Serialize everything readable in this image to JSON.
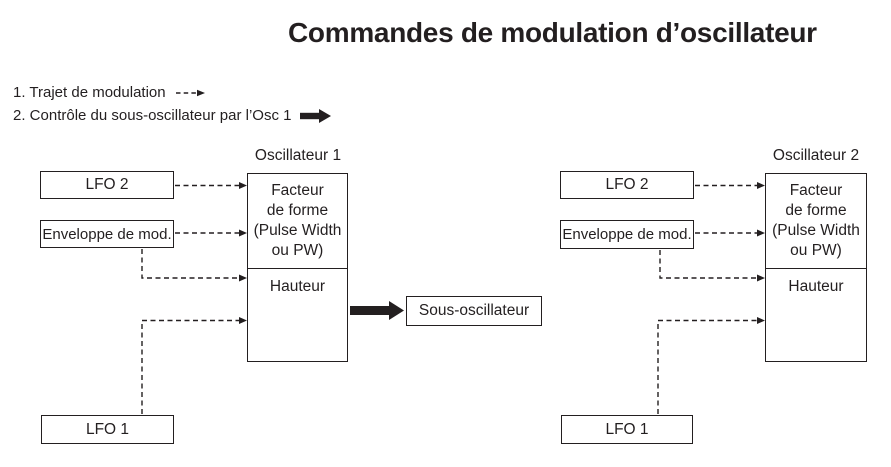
{
  "title": "Commandes de modulation d’oscillateur",
  "legend": {
    "items": [
      {
        "label": "1. Trajet de modulation",
        "arrow": "dashed"
      },
      {
        "label": "2. Contrôle du sous-oscillateur par l’Osc 1",
        "arrow": "solid-thick"
      }
    ]
  },
  "diagram": {
    "colors": {
      "ink": "#231f20",
      "background": "#ffffff"
    },
    "osc1": {
      "title": "Oscillateur 1",
      "pulse_lines": [
        "Facteur",
        "de forme",
        "(Pulse Width",
        "ou PW)"
      ],
      "pitch": "Hauteur"
    },
    "osc2": {
      "title": "Oscillateur 2",
      "pulse_lines": [
        "Facteur",
        "de forme",
        "(Pulse Width",
        "ou PW)"
      ],
      "pitch": "Hauteur"
    },
    "inputs_left": {
      "lfo2": "LFO 2",
      "env": "Enveloppe de mod.",
      "lfo1": "LFO 1"
    },
    "inputs_right": {
      "lfo2": "LFO 2",
      "env": "Enveloppe de mod.",
      "lfo1": "LFO 1"
    },
    "sub_osc": "Sous-oscillateur",
    "connections": [
      {
        "from": "LFO 2",
        "to": "Oscillateur 1 / Facteur de forme",
        "style": "dashed"
      },
      {
        "from": "Enveloppe de mod.",
        "to": "Oscillateur 1 / Facteur de forme",
        "style": "dashed"
      },
      {
        "from": "Enveloppe de mod.",
        "to": "Oscillateur 1 / Hauteur",
        "style": "dashed"
      },
      {
        "from": "LFO 1",
        "to": "Oscillateur 1 / Hauteur",
        "style": "dashed"
      },
      {
        "from": "Oscillateur 1",
        "to": "Sous-oscillateur",
        "style": "solid-thick"
      },
      {
        "from": "LFO 2",
        "to": "Oscillateur 2 / Facteur de forme",
        "style": "dashed"
      },
      {
        "from": "Enveloppe de mod.",
        "to": "Oscillateur 2 / Facteur de forme",
        "style": "dashed"
      },
      {
        "from": "Enveloppe de mod.",
        "to": "Oscillateur 2 / Hauteur",
        "style": "dashed"
      },
      {
        "from": "LFO 1",
        "to": "Oscillateur 2 / Hauteur",
        "style": "dashed"
      }
    ]
  }
}
